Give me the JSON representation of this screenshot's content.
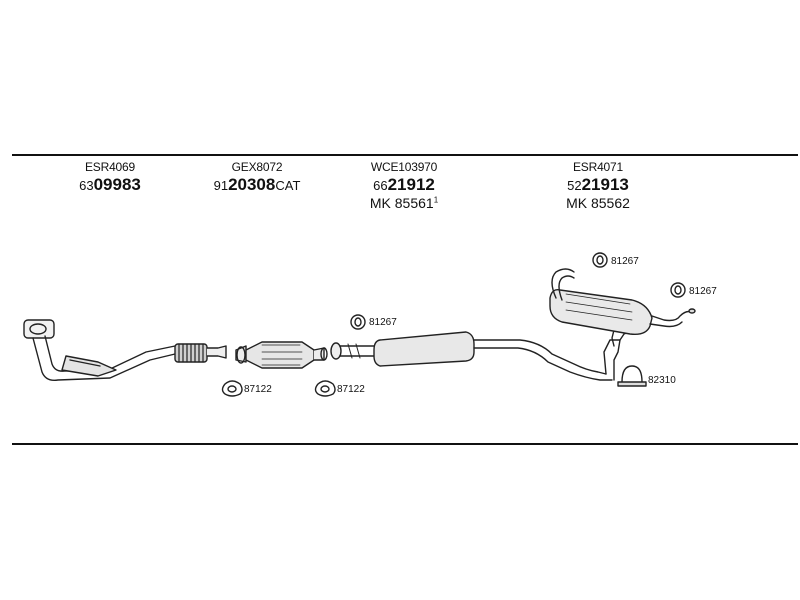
{
  "parts": [
    {
      "code": "ESR4069",
      "prefix": "63",
      "number": "09983",
      "suffix": "",
      "mk": "",
      "sup": ""
    },
    {
      "code": "GEX8072",
      "prefix": "91",
      "number": "20308",
      "suffix": "CAT",
      "mk": "",
      "sup": ""
    },
    {
      "code": "WCE103970",
      "prefix": "66",
      "number": "21912",
      "suffix": "",
      "mk": "MK  85561",
      "sup": "1"
    },
    {
      "code": "ESR4071",
      "prefix": "52",
      "number": "21913",
      "suffix": "",
      "mk": "MK  85562",
      "sup": ""
    }
  ],
  "fittings": [
    {
      "label": "81267"
    },
    {
      "label": "81267"
    },
    {
      "label": "81267"
    },
    {
      "label": "87122"
    },
    {
      "label": "87122"
    },
    {
      "label": "82310"
    }
  ]
}
